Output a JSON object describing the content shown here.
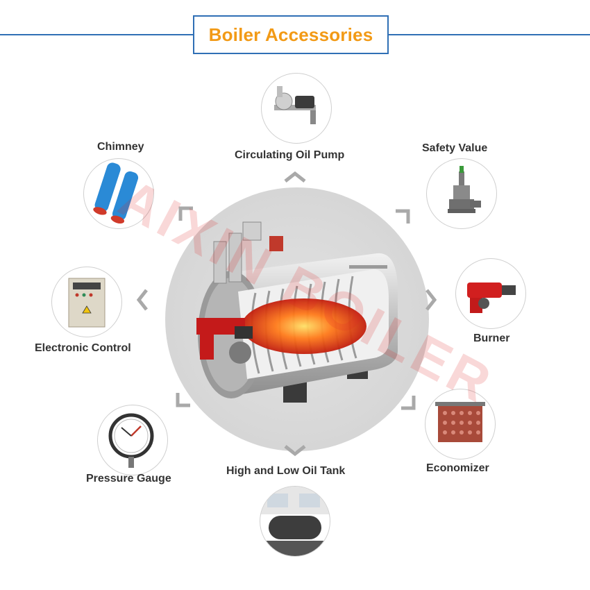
{
  "title": "Boiler Accessories",
  "watermark": "AIXIN BOILER",
  "colors": {
    "accent_blue": "#2f6fb5",
    "title_orange": "#f29a16",
    "label": "#333333",
    "disc": "#d8d8d8"
  },
  "center": {
    "icon": "thermal-oil-boiler-image"
  },
  "accessories": [
    {
      "key": "circulating-oil-pump",
      "label": "Circulating Oil Pump",
      "icon": "pump-icon"
    },
    {
      "key": "safety-valve",
      "label": "Safety Value",
      "icon": "safety-valve-icon"
    },
    {
      "key": "burner",
      "label": "Burner",
      "icon": "burner-icon"
    },
    {
      "key": "economizer",
      "label": "Economizer",
      "icon": "economizer-icon"
    },
    {
      "key": "oil-tank",
      "label": "High and Low Oil Tank",
      "icon": "oil-tank-icon"
    },
    {
      "key": "pressure-gauge",
      "label": "Pressure Gauge",
      "icon": "pressure-gauge-icon"
    },
    {
      "key": "electronic-control",
      "label": "Electronic Control",
      "icon": "control-cabinet-icon"
    },
    {
      "key": "chimney",
      "label": "Chimney",
      "icon": "chimney-icon"
    }
  ]
}
